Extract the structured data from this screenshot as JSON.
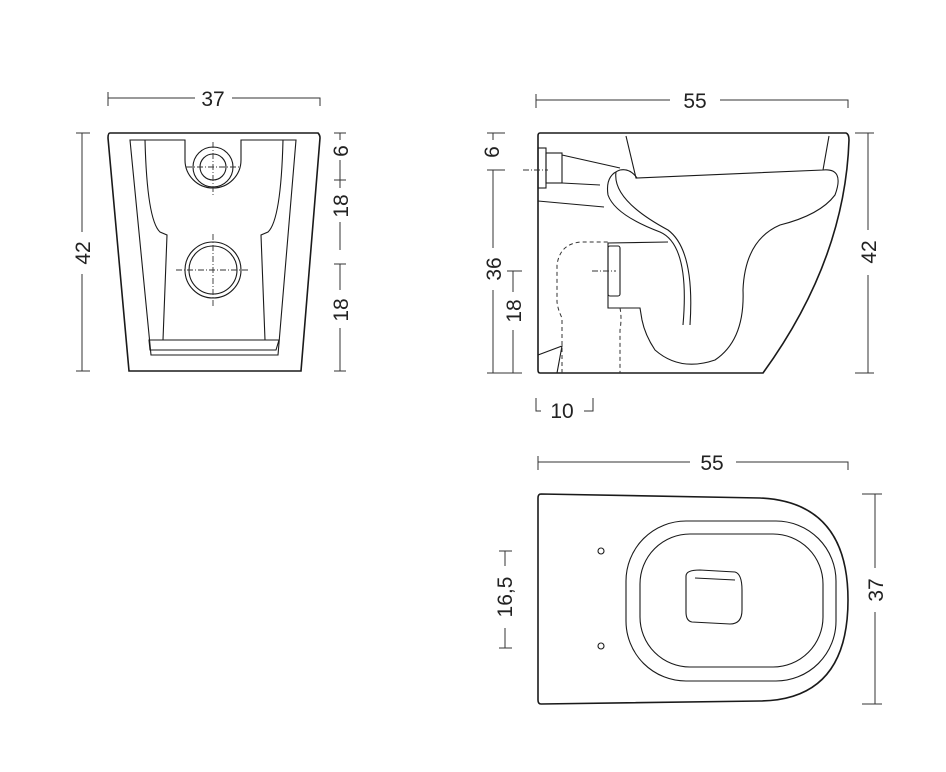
{
  "front_view": {
    "width": "37",
    "height": "42",
    "dim_top": "6",
    "dim_mid": "18",
    "dim_bottom": "18"
  },
  "side_view": {
    "length": "55",
    "height_right": "42",
    "dim_top": "6",
    "dim_outlet": "36",
    "dim_inlet": "18",
    "dim_offset": "10"
  },
  "top_view": {
    "length": "55",
    "width": "37",
    "fixing_spacing": "16,5"
  },
  "colors": {
    "line": "#1a1a1a",
    "background": "#ffffff"
  }
}
